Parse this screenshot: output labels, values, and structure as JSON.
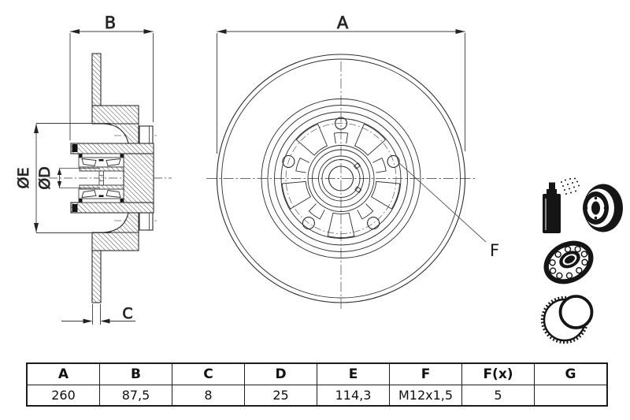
{
  "drawing": {
    "title": "brake-disc-with-bearing-technical-drawing",
    "labels": {
      "dim_a": "A",
      "dim_b": "B",
      "dim_c": "C",
      "dim_d": "ØD",
      "dim_e": "ØE",
      "dim_f": "F"
    }
  },
  "icons": [
    {
      "name": "spray-coated-disc-icon"
    },
    {
      "name": "ball-bearing-icon"
    },
    {
      "name": "abs-sensor-ring-icon"
    }
  ],
  "table": {
    "headers": [
      "A",
      "B",
      "C",
      "D",
      "E",
      "F",
      "F(x)",
      "G"
    ],
    "values": [
      "260",
      "87,5",
      "8",
      "25",
      "114,3",
      "M12x1,5",
      "5",
      ""
    ]
  }
}
